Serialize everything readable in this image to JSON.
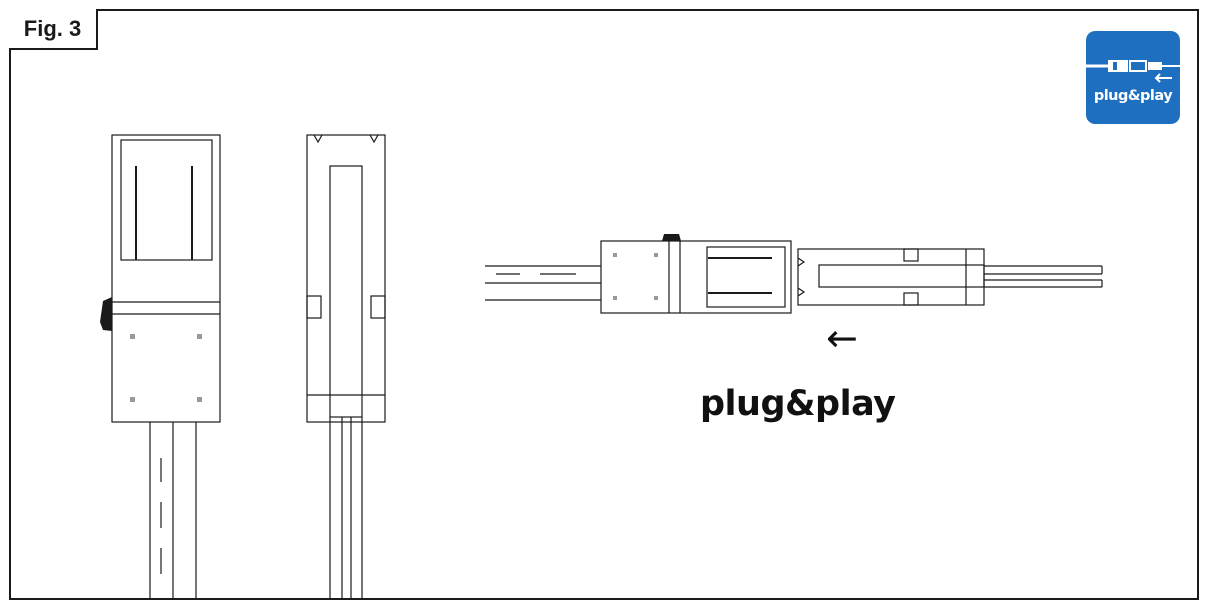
{
  "figure": {
    "label": "Fig. 3"
  },
  "badge": {
    "text": "plug&play",
    "color": "#1e6fc0",
    "icon": "connector-plug-icon",
    "arrow": "left-arrow-icon"
  },
  "main": {
    "arrow": "←",
    "caption": "plug&play"
  },
  "drawing": {
    "views": [
      "connector-front-view",
      "connector-side-view",
      "connector-horizontal-mating-view"
    ]
  }
}
